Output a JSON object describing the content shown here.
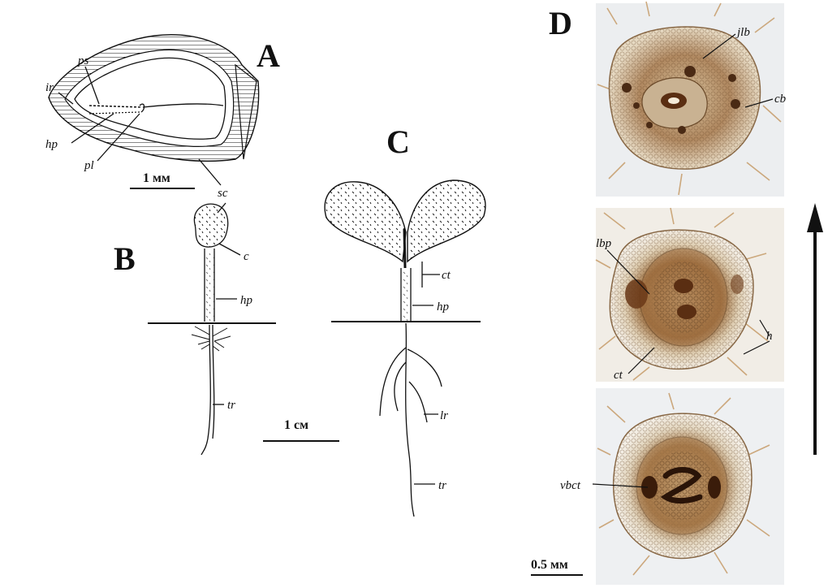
{
  "panels": {
    "A": {
      "letter": "A",
      "labels": {
        "ps": "ps",
        "ir": "ir",
        "hp": "hp",
        "pl": "pl",
        "sc": "sc"
      },
      "scale": "1 мм"
    },
    "B": {
      "letter": "B",
      "labels": {
        "c": "c",
        "hp": "hp",
        "tr": "tr"
      },
      "scale": "1 см"
    },
    "C": {
      "letter": "C",
      "labels": {
        "ct": "ct",
        "hp": "hp",
        "lr": "lr",
        "tr": "tr"
      }
    },
    "D": {
      "letter": "D",
      "labels": {
        "jlb": "jlb",
        "cb": "cb",
        "lbp": "lbp",
        "h": "h",
        "ct": "ct",
        "vbct": "vbct"
      },
      "scale": "0.5 мм"
    }
  },
  "colors": {
    "ink": "#111111",
    "tissue": "#c9a679",
    "tissue_dark": "#5a2e12",
    "photo_bg": "#eef0f2"
  },
  "icons": {
    "arrow": "upward-arrow-icon"
  }
}
